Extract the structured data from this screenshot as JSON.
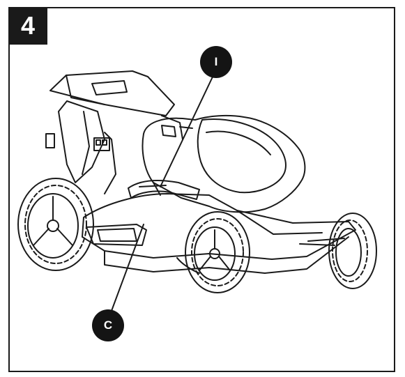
{
  "figure": {
    "step_number": "4",
    "callouts": [
      {
        "id": "I",
        "label": "I"
      },
      {
        "id": "C",
        "label": "C"
      }
    ]
  }
}
